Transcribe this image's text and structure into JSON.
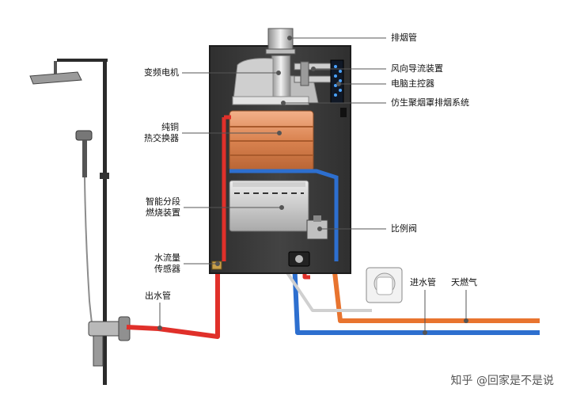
{
  "labels": {
    "exhaust_pipe": "排烟管",
    "wind_guide": "风向导流装置",
    "controller": "电脑主控器",
    "bionic_hood": "仿生聚烟罩排烟系统",
    "vfd_motor": "变频电机",
    "copper_hx_line1": "纯铜",
    "copper_hx_line2": "热交换器",
    "burner_line1": "智能分段",
    "burner_line2": "燃烧装置",
    "prop_valve": "比例阀",
    "flow_sensor_line1": "水流量",
    "flow_sensor_line2": "传感器",
    "outlet_pipe": "出水管",
    "inlet_pipe": "进水管",
    "gas": "天燃气"
  },
  "watermark": "知乎 @回家是不是说",
  "colors": {
    "hot_water": "#e0302a",
    "cold_water": "#2d6fcf",
    "gas": "#e8742f",
    "heater_body": "#3b3b3b",
    "copper": "#d9824f"
  }
}
